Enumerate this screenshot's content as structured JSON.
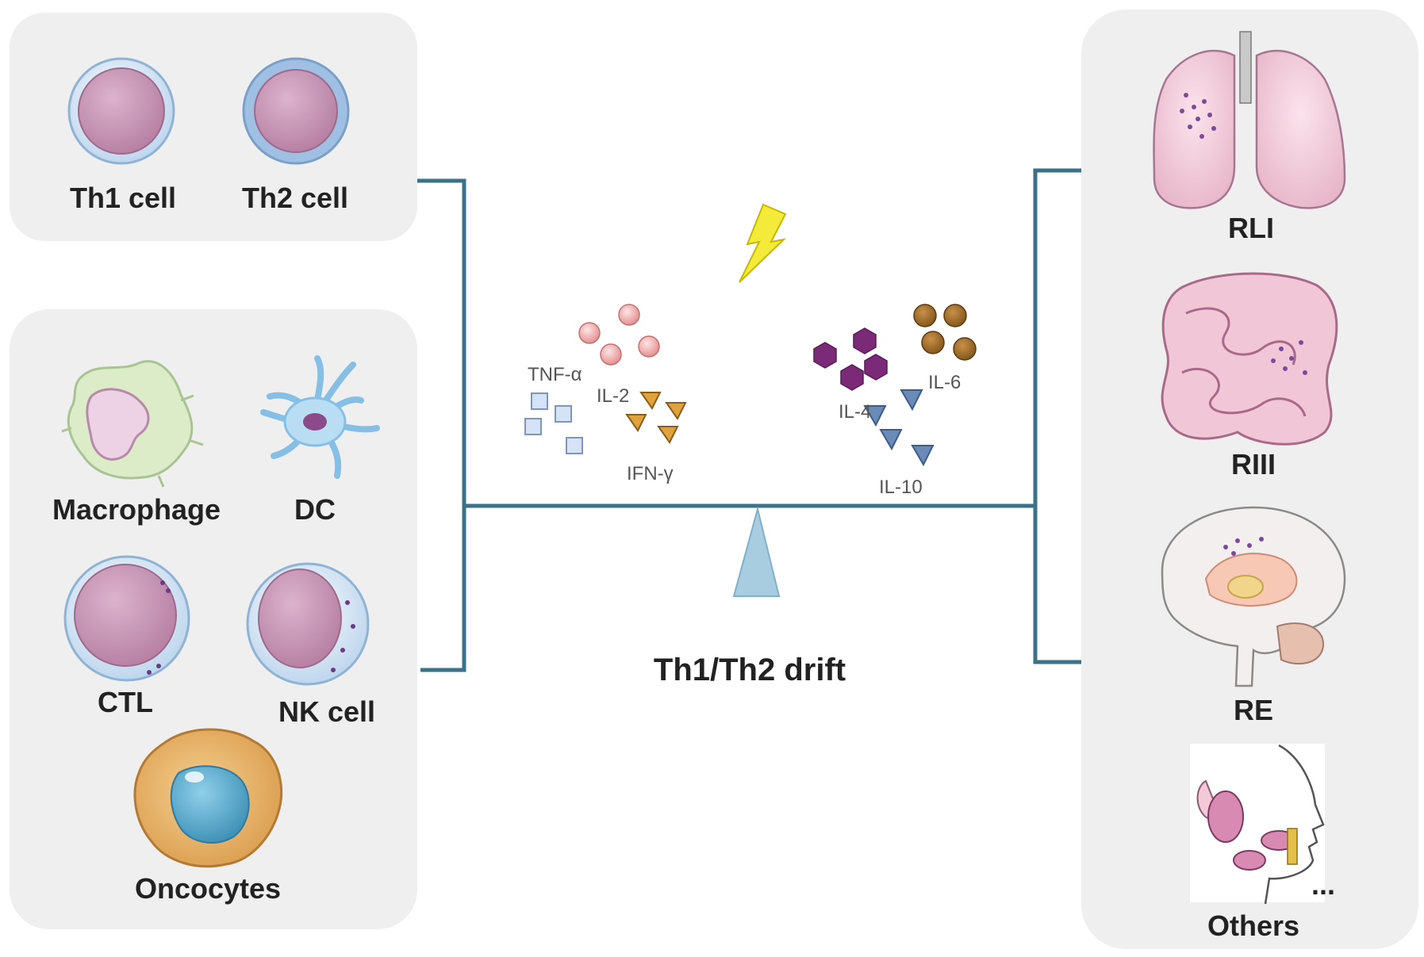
{
  "cells_panel_top": {
    "items": [
      {
        "label": "Th1 cell"
      },
      {
        "label": "Th2 cell"
      }
    ]
  },
  "cells_panel_bottom": {
    "items": [
      {
        "label": "Macrophage"
      },
      {
        "label": "DC"
      },
      {
        "label": "CTL"
      },
      {
        "label": "NK cell"
      },
      {
        "label": "Oncocytes"
      }
    ]
  },
  "cytokines": {
    "left": [
      "TNF-α",
      "IL-2",
      "IFN-γ"
    ],
    "right": [
      "IL-4",
      "IL-6",
      "IL-10"
    ]
  },
  "balance": {
    "title": "Th1/Th2 drift"
  },
  "organs": {
    "items": [
      {
        "label": "RLI"
      },
      {
        "label": "RIII"
      },
      {
        "label": "RE"
      },
      {
        "label": "Others"
      }
    ],
    "ellipsis": "..."
  },
  "colors": {
    "panel_bg": "#efefef",
    "connector": "#3b7288",
    "cell_membrane": "#c7dcef",
    "cell_nucleus": "#c895b6",
    "fulcrum": "#a8cde0",
    "lightning": "#f3ea3a"
  }
}
